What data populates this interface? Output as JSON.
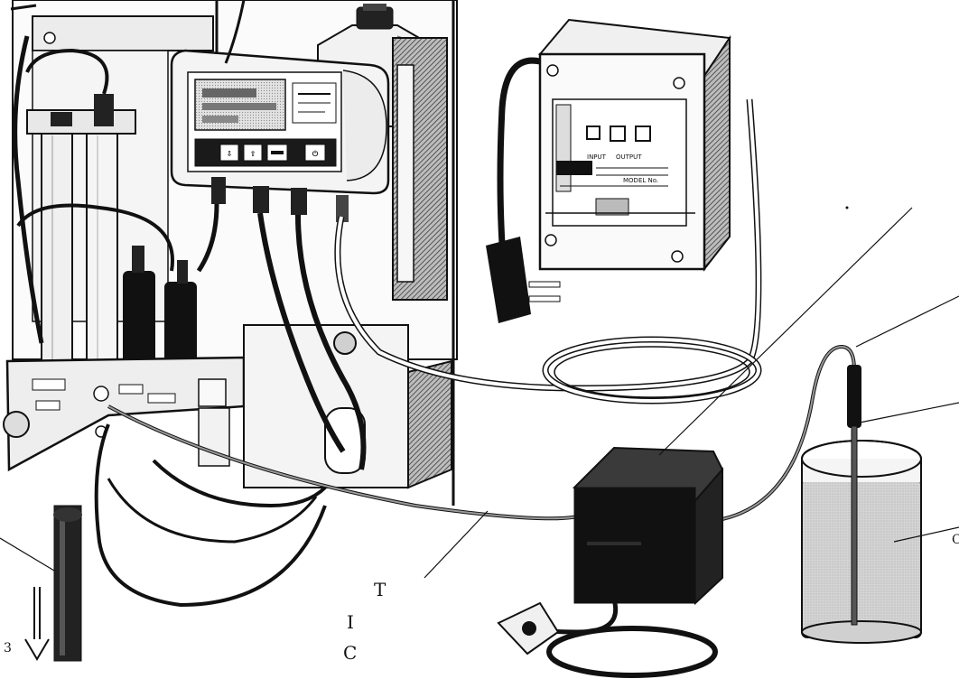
{
  "controller": {
    "buttons": [
      "⇩",
      "⇧",
      "",
      "⏻"
    ]
  },
  "power_module": {
    "labels": {
      "input": "INPUT",
      "output": "OUTPUT",
      "model": "MODEL No."
    }
  },
  "callout_fragments": {
    "left_edge": "3",
    "bottom_mid_1": "T",
    "bottom_mid_2": "I",
    "bottom_mid_3": "C",
    "right_edge": "C"
  },
  "flow_arrow": {
    "direction": "down"
  }
}
